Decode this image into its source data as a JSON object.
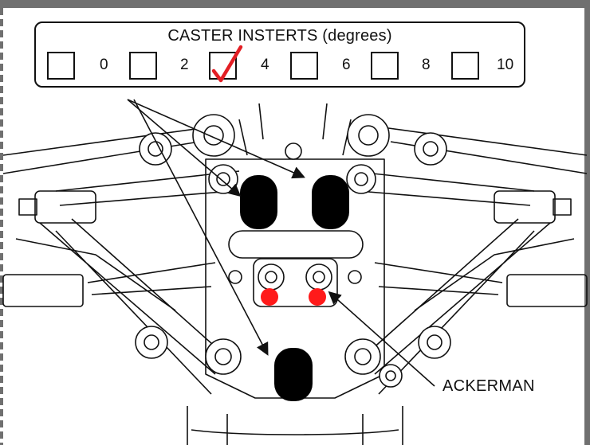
{
  "legend": {
    "title": "CASTER INSTERTS (degrees)",
    "options": [
      {
        "label": "0",
        "checked": false
      },
      {
        "label": "2",
        "checked": false
      },
      {
        "label": "4",
        "checked": true
      },
      {
        "label": "6",
        "checked": false
      },
      {
        "label": "8",
        "checked": false
      },
      {
        "label": "10",
        "checked": false
      }
    ],
    "check_color": "#e31e24"
  },
  "callouts": {
    "ackerman": "ACKERMAN"
  },
  "colors": {
    "line": "#111111",
    "insert_fill": "#000000",
    "ackerman_dot": "#ff1a1a",
    "frame": "#707070"
  }
}
